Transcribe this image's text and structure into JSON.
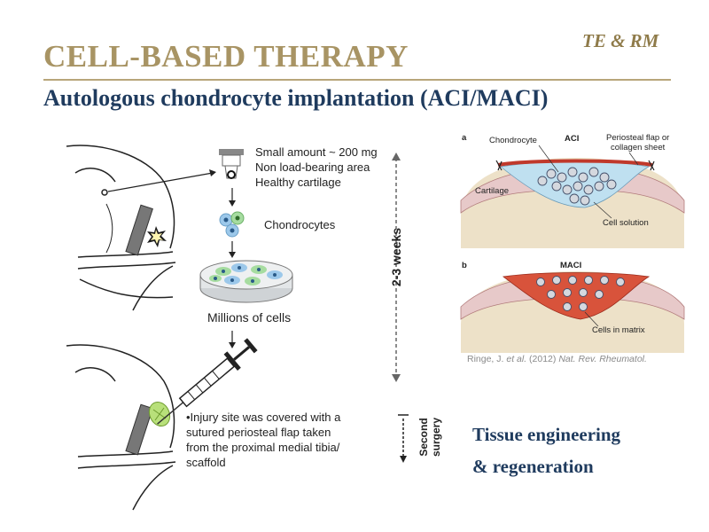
{
  "header": {
    "title": "CELL-BASED THERAPY",
    "tag": "TE & RM",
    "subtitle": "Autologous chondrocyte implantation (ACI/MACI)"
  },
  "workflow": {
    "biopsy_lines": [
      "Small amount ~ 200 mg",
      "Non load-bearing area",
      "Healthy cartilage"
    ],
    "chondrocytes_label": "Chondrocytes",
    "culture_label": "Millions of cells",
    "duration_label": "2-3 weeks",
    "second_surgery_lines": [
      "Second",
      "surgery"
    ],
    "injury_lines": [
      "•Injury site was covered with a",
      "sutured periosteal flap taken",
      "from the proximal medial tibia/",
      "scaffold"
    ]
  },
  "figure": {
    "panel_a": {
      "letter": "a",
      "title": "ACI",
      "chondrocyte_label": "Chondrocyte",
      "flap_label_lines": [
        "Periosteal flap or",
        "collagen sheet"
      ],
      "cartilage_label": "Cartilage",
      "cell_solution_label": "Cell solution"
    },
    "panel_b": {
      "letter": "b",
      "title": "MACI",
      "cells_in_matrix_label": "Cells in matrix"
    },
    "citation": {
      "authors": "Ringe, J. ",
      "etal": "et al.",
      "year": " (2012) ",
      "journal": "Nat. Rev. Rheumatol."
    }
  },
  "footer_label_lines": [
    "Tissue engineering",
    "& regeneration"
  ],
  "colors": {
    "title": "#a89464",
    "subtitle": "#1f3b5e",
    "cartilage": "#e7c9c9",
    "bone": "#ede1c8",
    "aci_solution": "#bfe0f0",
    "maci_matrix": "#d8533b",
    "flap": "#c0392b",
    "cells": "#7fb8e0"
  }
}
